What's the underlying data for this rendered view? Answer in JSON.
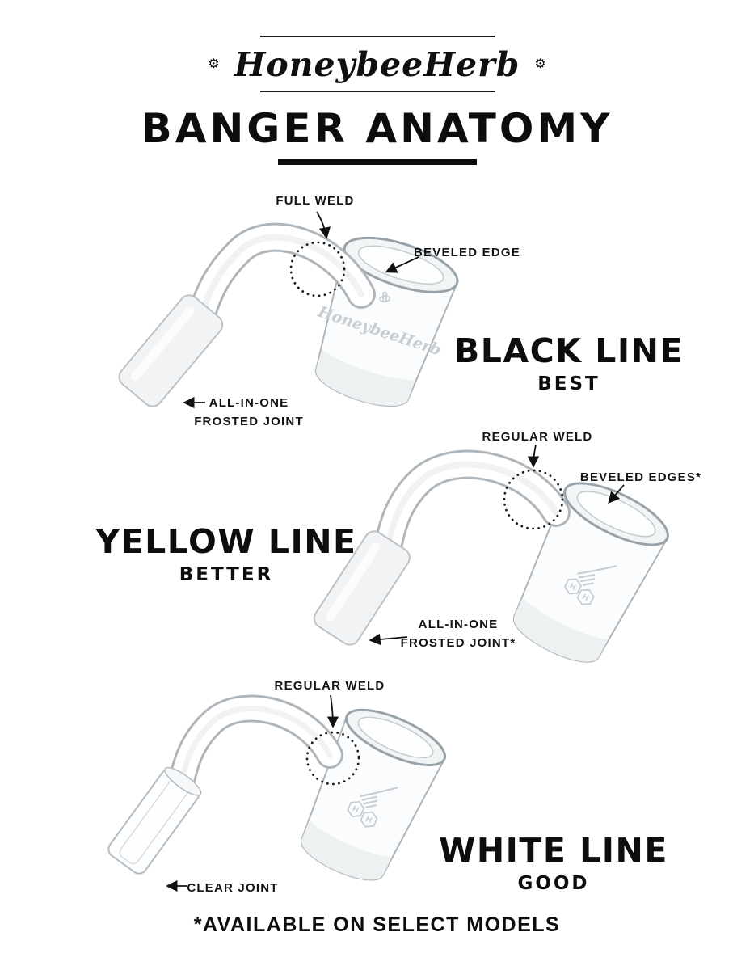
{
  "palette": {
    "ink": "#0d0d0d",
    "glass_stroke": "#aab2b8",
    "glass_fill": "#fafcfd",
    "frosted_fill": "#f1f3f5",
    "etch_gray": "#c8cdd1"
  },
  "header": {
    "brand": "HoneybeeHerb",
    "ornament": "⚙",
    "title": "BANGER ANATOMY"
  },
  "tiers": {
    "black": {
      "name": "BLACK LINE",
      "grade": "BEST",
      "weld_label": "FULL WELD",
      "edge_label": "BEVELED EDGE",
      "joint_label_line1": "ALL-IN-ONE",
      "joint_label_line2": "FROSTED JOINT",
      "etch_text": "HoneybeeHerb"
    },
    "yellow": {
      "name": "YELLOW LINE",
      "grade": "BETTER",
      "weld_label": "REGULAR WELD",
      "edge_label": "BEVELED EDGES*",
      "joint_label_line1": "ALL-IN-ONE",
      "joint_label_line2": "FROSTED JOINT*",
      "etch_monogram": "H"
    },
    "white": {
      "name": "WHITE LINE",
      "grade": "GOOD",
      "weld_label": "REGULAR WELD",
      "joint_label": "CLEAR JOINT",
      "etch_monogram": "H"
    }
  },
  "footer_note": "*AVAILABLE ON SELECT MODELS"
}
